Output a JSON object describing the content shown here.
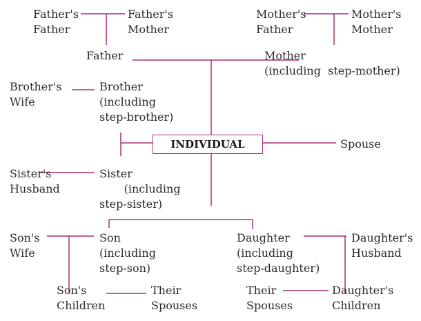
{
  "colors": {
    "line": "#a0307a",
    "text": "#2a2a2a"
  },
  "nodes": {
    "fathers_father": "Father's\nFather",
    "fathers_mother": "Father's\nMother",
    "mothers_father": "Mother's\nFather",
    "mothers_mother": "Mother's\nMother",
    "father": "Father",
    "mother": "Mother\n(including  step-mother)",
    "brothers_wife": "Brother's\nWife",
    "brother": "Brother\n(including\nstep-brother)",
    "individual": "INDIVIDUAL",
    "spouse": "Spouse",
    "sisters_husband": "Sister's\nHusband",
    "sister": "Sister\n       (including\nstep-sister)",
    "sons_wife": "Son's\nWife",
    "son": "Son\n(including\nstep-son)",
    "daughter": "Daughter\n(including\nstep-daughter)",
    "daughters_husband": "Daughter's\nHusband",
    "sons_children": "Son's\nChildren",
    "their_spouses_left": "Their\nSpouses",
    "their_spouses_right": "Their\nSpouses",
    "daughters_children": "Daughter's\nChildren"
  }
}
